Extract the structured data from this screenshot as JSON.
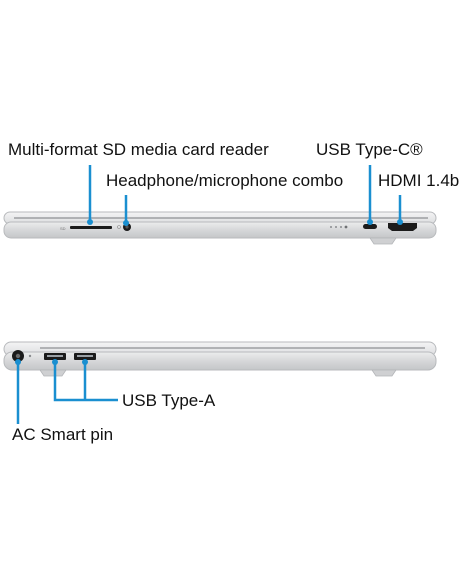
{
  "labels": {
    "sd_card_reader": "Multi-format SD media card reader",
    "headphone_combo": "Headphone/microphone combo",
    "usb_type_c": "USB Type-C®",
    "hdmi": "HDMI 1.4b",
    "usb_type_a": "USB Type-A",
    "ac_smart_pin": "AC Smart pin"
  },
  "colors": {
    "callout": "#1a8fd0",
    "chassis": "#d9dadc",
    "chassis_edge": "#b8babd",
    "port": "#1b1b1b",
    "text": "#111111"
  }
}
